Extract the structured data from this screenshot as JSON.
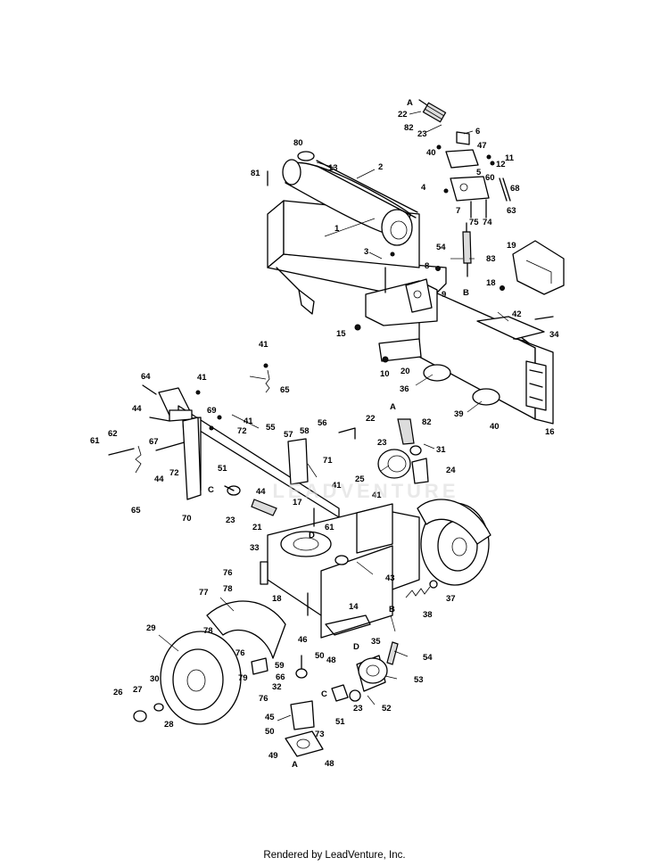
{
  "footer": {
    "text": "Rendered by LeadVenture, Inc."
  },
  "watermark": {
    "text": "LEADVENTURE"
  },
  "part_numbers": [
    {
      "label": "22"
    },
    {
      "label": "82"
    },
    {
      "label": "23"
    },
    {
      "label": "6"
    },
    {
      "label": "47"
    },
    {
      "label": "40"
    },
    {
      "label": "11"
    },
    {
      "label": "12"
    },
    {
      "label": "5"
    },
    {
      "label": "4"
    },
    {
      "label": "60"
    },
    {
      "label": "68"
    },
    {
      "label": "7"
    },
    {
      "label": "75"
    },
    {
      "label": "74"
    },
    {
      "label": "63"
    },
    {
      "label": "80"
    },
    {
      "label": "13"
    },
    {
      "label": "2"
    },
    {
      "label": "81"
    },
    {
      "label": "1"
    },
    {
      "label": "3"
    },
    {
      "label": "54"
    },
    {
      "label": "83"
    },
    {
      "label": "19"
    },
    {
      "label": "8"
    },
    {
      "label": "9"
    },
    {
      "label": "18"
    },
    {
      "label": "42"
    },
    {
      "label": "15"
    },
    {
      "label": "34"
    },
    {
      "label": "20"
    },
    {
      "label": "10"
    },
    {
      "label": "36"
    },
    {
      "label": "39"
    },
    {
      "label": "40"
    },
    {
      "label": "16"
    },
    {
      "label": "41"
    },
    {
      "label": "65"
    },
    {
      "label": "64"
    },
    {
      "label": "41"
    },
    {
      "label": "69"
    },
    {
      "label": "41"
    },
    {
      "label": "72"
    },
    {
      "label": "55"
    },
    {
      "label": "44"
    },
    {
      "label": "62"
    },
    {
      "label": "61"
    },
    {
      "label": "67"
    },
    {
      "label": "44"
    },
    {
      "label": "72"
    },
    {
      "label": "65"
    },
    {
      "label": "70"
    },
    {
      "label": "56"
    },
    {
      "label": "57"
    },
    {
      "label": "58"
    },
    {
      "label": "71"
    },
    {
      "label": "22"
    },
    {
      "label": "82"
    },
    {
      "label": "23"
    },
    {
      "label": "31"
    },
    {
      "label": "25"
    },
    {
      "label": "24"
    },
    {
      "label": "51"
    },
    {
      "label": "44"
    },
    {
      "label": "41"
    },
    {
      "label": "23"
    },
    {
      "label": "21"
    },
    {
      "label": "17"
    },
    {
      "label": "41"
    },
    {
      "label": "61"
    },
    {
      "label": "43"
    },
    {
      "label": "33"
    },
    {
      "label": "76"
    },
    {
      "label": "78"
    },
    {
      "label": "77"
    },
    {
      "label": "18"
    },
    {
      "label": "37"
    },
    {
      "label": "38"
    },
    {
      "label": "14"
    },
    {
      "label": "35"
    },
    {
      "label": "29"
    },
    {
      "label": "78"
    },
    {
      "label": "76"
    },
    {
      "label": "79"
    },
    {
      "label": "76"
    },
    {
      "label": "46"
    },
    {
      "label": "59"
    },
    {
      "label": "66"
    },
    {
      "label": "32"
    },
    {
      "label": "50"
    },
    {
      "label": "48"
    },
    {
      "label": "54"
    },
    {
      "label": "53"
    },
    {
      "label": "26"
    },
    {
      "label": "27"
    },
    {
      "label": "30"
    },
    {
      "label": "28"
    },
    {
      "label": "45"
    },
    {
      "label": "50"
    },
    {
      "label": "73"
    },
    {
      "label": "51"
    },
    {
      "label": "23"
    },
    {
      "label": "52"
    },
    {
      "label": "49"
    },
    {
      "label": "48"
    }
  ],
  "connector_letters": [
    {
      "label": "A"
    },
    {
      "label": "B"
    },
    {
      "label": "A"
    },
    {
      "label": "C"
    },
    {
      "label": "D"
    },
    {
      "label": "B"
    },
    {
      "label": "D"
    },
    {
      "label": "C"
    },
    {
      "label": "A"
    }
  ]
}
